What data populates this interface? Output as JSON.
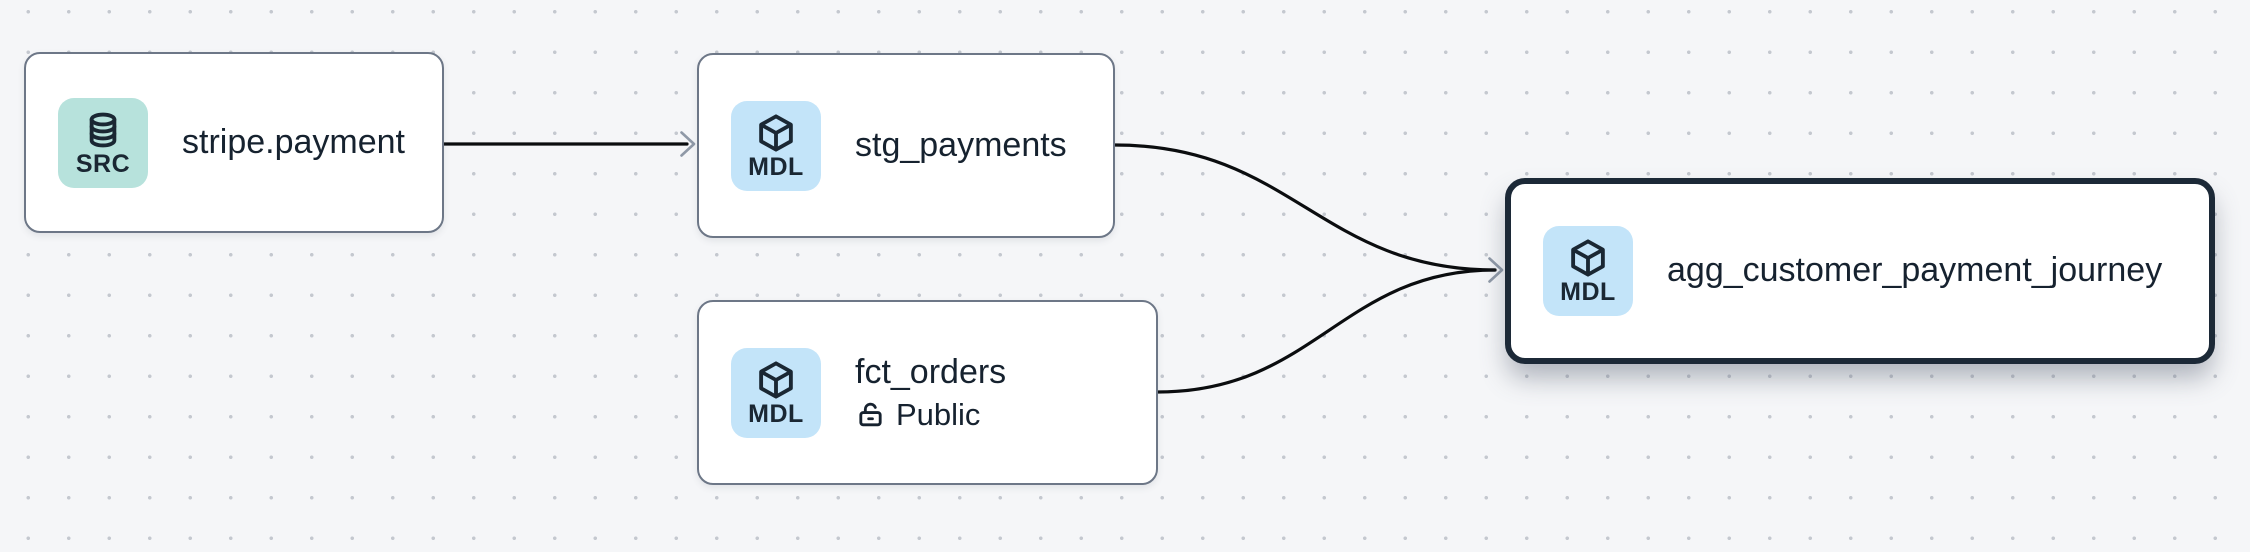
{
  "theme": {
    "canvas_bg": "#f5f6f8",
    "dot_color": "#c4c8cf",
    "node_bg": "#ffffff",
    "node_border": "#6d7787",
    "selected_border": "#1c2937",
    "label_color": "#16222f",
    "icon_color": "#1a2733",
    "edge_color": "#0b0d0f",
    "arrowhead_color": "#8f99a7",
    "src_badge_bg": "#b7e2dc",
    "mdl_badge_bg": "#c3e4f9"
  },
  "nodes": [
    {
      "label": "stripe.payment",
      "badge": "SRC",
      "type": "source",
      "selected": false
    },
    {
      "label": "stg_payments",
      "badge": "MDL",
      "type": "model",
      "selected": false
    },
    {
      "label": "fct_orders",
      "badge": "MDL",
      "type": "model",
      "access": "Public",
      "selected": false
    },
    {
      "label": "agg_customer_payment_journey",
      "badge": "MDL",
      "type": "model",
      "selected": true
    }
  ],
  "edges": [
    {
      "from": "stripe.payment",
      "to": "stg_payments"
    },
    {
      "from": "stg_payments",
      "to": "agg_customer_payment_journey"
    },
    {
      "from": "fct_orders",
      "to": "agg_customer_payment_journey"
    }
  ]
}
